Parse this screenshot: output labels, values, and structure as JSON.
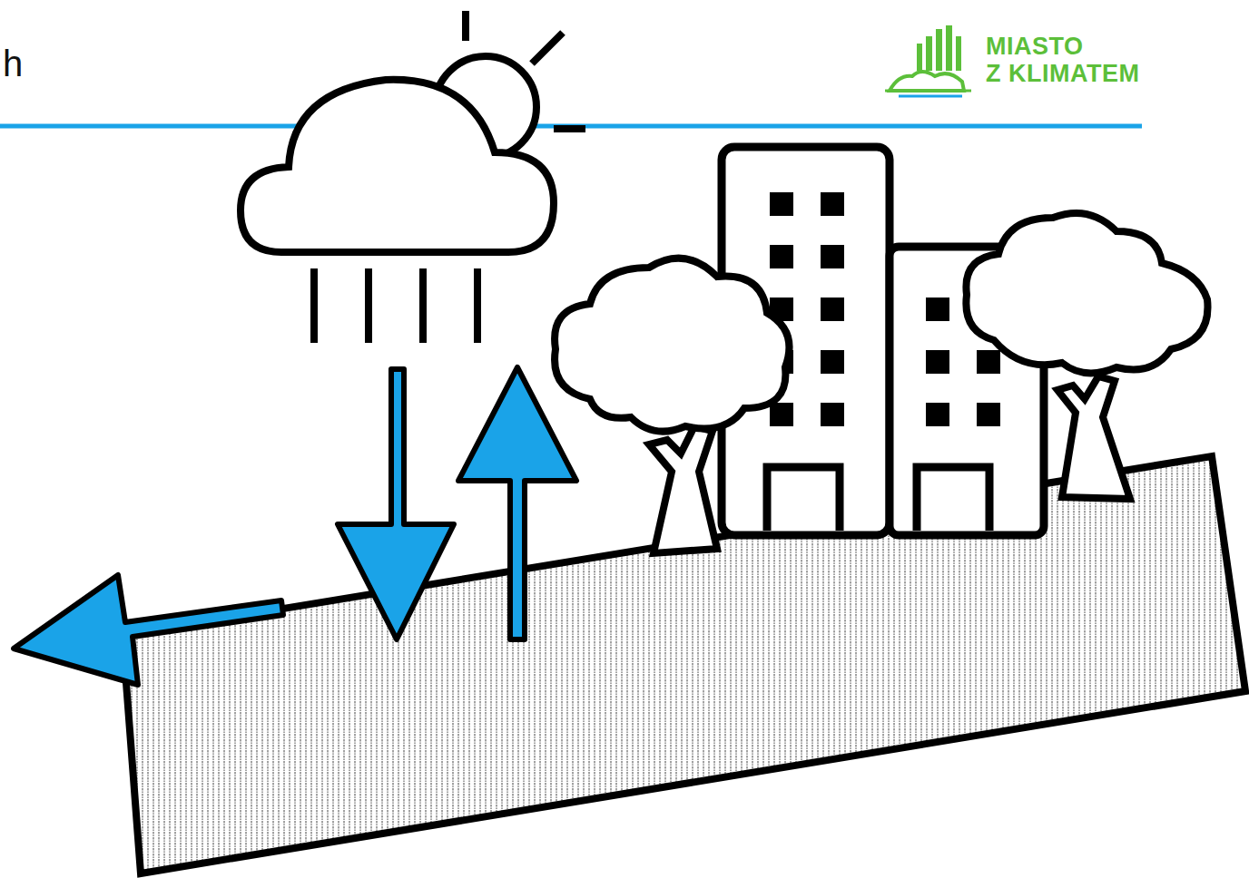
{
  "diagram": {
    "labels": [
      "h",
      "MIASTO",
      "Z KLIMATEM"
    ]
  }
}
